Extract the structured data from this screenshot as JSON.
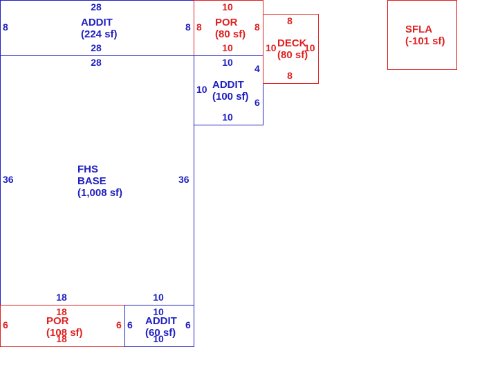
{
  "colors": {
    "living": "#2020c0",
    "other": "#e02020"
  },
  "areas": [
    {
      "id": "addit-top",
      "kind": "living",
      "name": [
        "ADDIT"
      ],
      "size": "(224 sf)",
      "dims": {
        "top": "28",
        "bottom": "28",
        "left": "8",
        "right": "8"
      }
    },
    {
      "id": "fhs-base",
      "kind": "living",
      "name": [
        "FHS",
        "BASE"
      ],
      "size": "(1,008 sf)",
      "dims": {
        "top": "28",
        "bottom": "18",
        "bottom2": "10",
        "left": "36",
        "right": "36"
      }
    },
    {
      "id": "por-top",
      "kind": "other",
      "name": [
        "POR"
      ],
      "size": "(80 sf)",
      "dims": {
        "top": "10",
        "bottom": "10",
        "left": "8",
        "right": "8"
      }
    },
    {
      "id": "addit-mid",
      "kind": "living",
      "name": [
        "ADDIT"
      ],
      "size": "(100 sf)",
      "dims": {
        "top": "10",
        "bottom": "10",
        "left": "10",
        "right_upper": "4",
        "right_lower": "6"
      }
    },
    {
      "id": "deck",
      "kind": "other",
      "name": [
        "DECK"
      ],
      "size": "(80 sf)",
      "dims": {
        "top": "8",
        "bottom": "8",
        "left": "10",
        "right": "10"
      }
    },
    {
      "id": "sfla",
      "kind": "other",
      "name": [
        "SFLA"
      ],
      "size": "(-101 sf)",
      "dims": {}
    },
    {
      "id": "por-bottom",
      "kind": "other",
      "name": [
        "POR"
      ],
      "size": "(108 sf)",
      "dims": {
        "top": "18",
        "bottom": "18",
        "left": "6",
        "right": "6"
      }
    },
    {
      "id": "addit-bottom",
      "kind": "living",
      "name": [
        "ADDIT"
      ],
      "size": "(60 sf)",
      "dims": {
        "top": "10",
        "bottom": "10",
        "left": "6",
        "right": "6"
      }
    }
  ]
}
